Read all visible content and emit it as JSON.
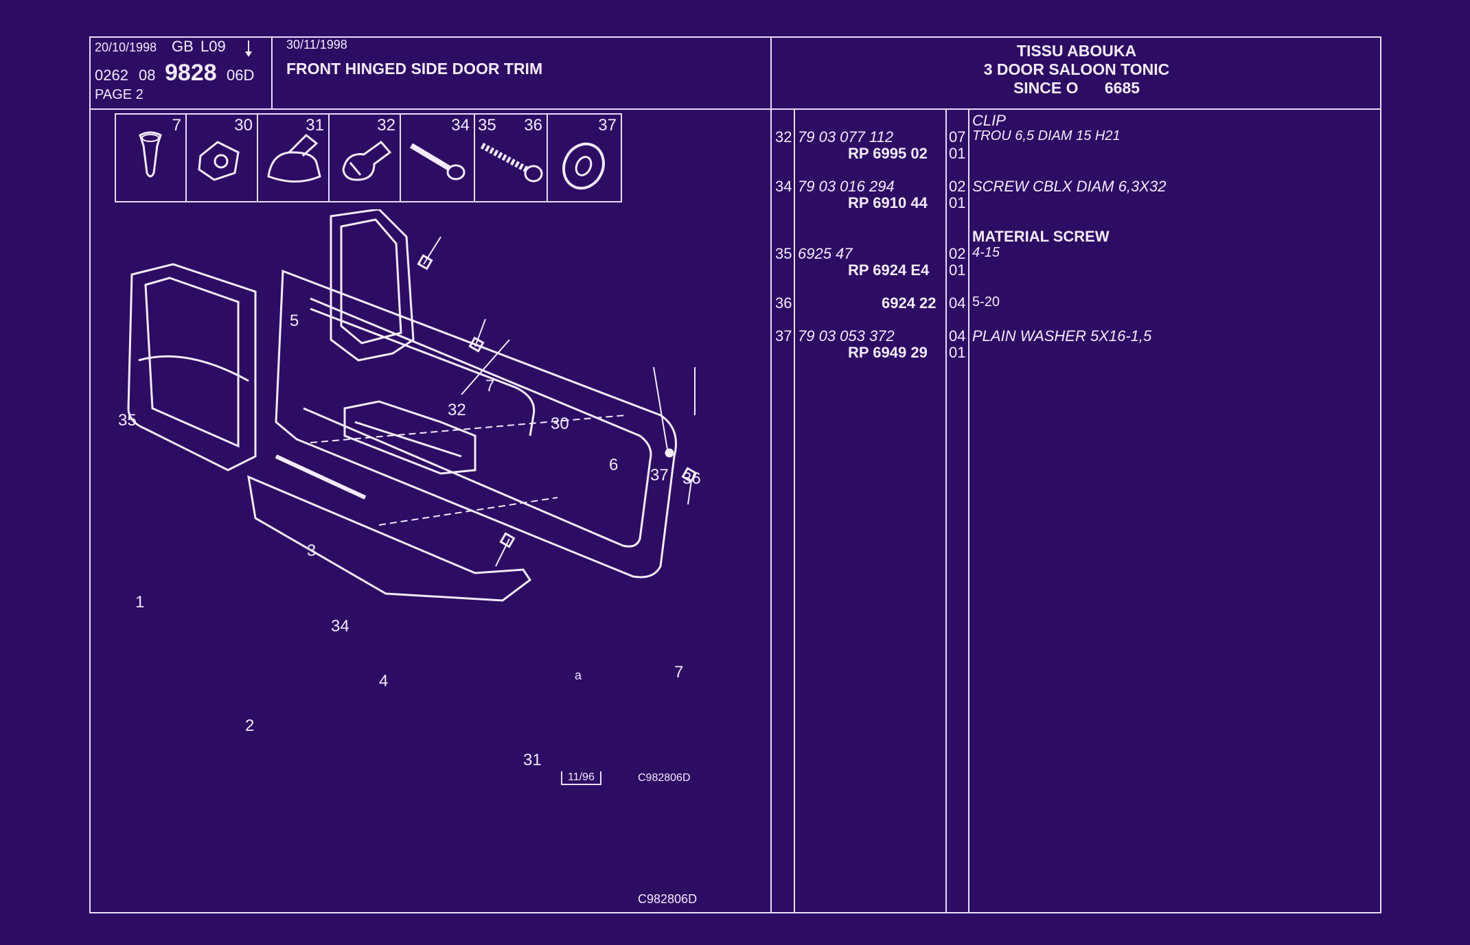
{
  "header": {
    "date1": "20/10/1998",
    "gb": "GB",
    "level": "L09",
    "arrow": "down-arrow-icon",
    "ref_prefix": "0262",
    "ref_mid": "08",
    "ref_main": "9828",
    "ref_suffix": "06D",
    "page": "PAGE 2",
    "date2": "30/11/1998",
    "title": "FRONT HINGED SIDE DOOR TRIM",
    "right_line1": "TISSU ABOUKA",
    "right_line2": "3 DOOR SALOON TONIC",
    "right_line3_a": "SINCE O",
    "right_line3_b": "6685"
  },
  "parts_boxes": [
    "7",
    "30",
    "31",
    "32",
    "34",
    "35",
    "36",
    "37"
  ],
  "diagram": {
    "labels": [
      "5",
      "32",
      "7",
      "35",
      "30",
      "6",
      "37",
      "36",
      "3",
      "1",
      "34",
      "4",
      "7",
      "2",
      "31",
      "a"
    ],
    "stamp": "11/96",
    "code_small": "C982806D",
    "code_bottom": "C982806D"
  },
  "parts_list": [
    {
      "ref": "32",
      "num": "79 03 077 112",
      "qty": "07",
      "desc": "CLIP",
      "desc2": "TROU 6,5 DIAM 15 H21",
      "rp": "RP  6995 02",
      "rp_qty": "01"
    },
    {
      "ref": "34",
      "num": "79 03 016 294",
      "qty": "02",
      "desc": "SCREW CBLX DIAM 6,3X32",
      "rp": "RP  6910 44",
      "rp_qty": "01"
    },
    {
      "ref": "35",
      "num": "6925 47",
      "qty": "02",
      "desc_head": "MATERIAL SCREW",
      "desc": "4-15",
      "rp": "RP  6924 E4",
      "rp_qty": "01"
    },
    {
      "ref": "36",
      "num": "6924 22",
      "qty": "04",
      "desc": "5-20"
    },
    {
      "ref": "37",
      "num": "79 03 053 372",
      "qty": "04",
      "desc": "PLAIN WASHER 5X16-1,5",
      "rp": "RP  6949 29",
      "rp_qty": "01"
    }
  ]
}
